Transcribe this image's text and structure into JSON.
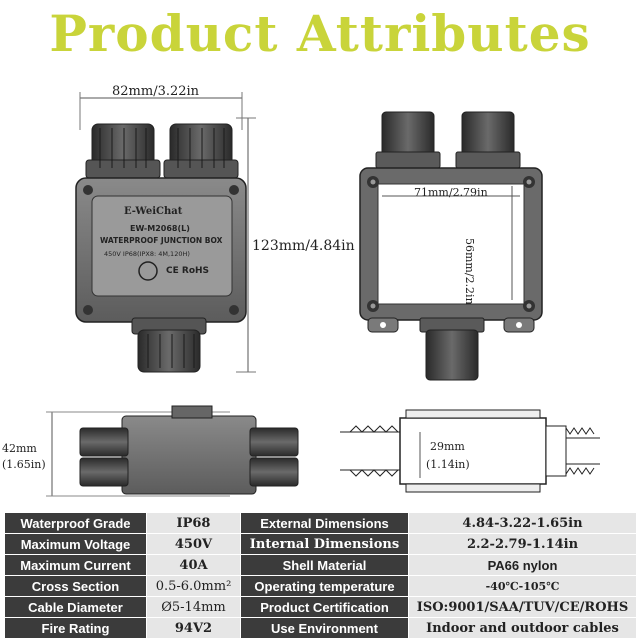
{
  "title": "Product Attributes",
  "dimensions": {
    "top_width": "82mm/3.22in",
    "height": "123mm/4.84in",
    "inner_width": "71mm/2.79in",
    "inner_height": "56mm/2.2in",
    "side_height_mm": "42mm",
    "side_height_in": "(1.65in)",
    "section_height_mm": "29mm",
    "section_height_in": "(1.14in)"
  },
  "box_label": {
    "brand": "E-WeiChat",
    "model": "EW-M2068(L)",
    "name": "WATERPROOF JUNCTION BOX",
    "rating": "450V  IP68(IPX8: 4M,120H)",
    "marks": "CE RoHS"
  },
  "specs": [
    {
      "k1": "Waterproof Grade",
      "v1": "IP68",
      "k2": "External Dimensions",
      "v2": "4.84-3.22-1.65in"
    },
    {
      "k1": "Maximum Voltage",
      "v1": "450V",
      "k2": "Internal Dimensions",
      "v2": "2.2-2.79-1.14in"
    },
    {
      "k1": "Maximum Current",
      "v1": "40A",
      "k2": "Shell Material",
      "v2": "PA66 nylon"
    },
    {
      "k1": "Cross Section",
      "v1": "0.5-6.0mm²",
      "k2": "Operating temperature",
      "v2": "-40℃-105℃"
    },
    {
      "k1": "Cable Diameter",
      "v1": "Ø5-14mm",
      "k2": "Product Certification",
      "v2": "ISO:9001/SAA/TUV/CE/ROHS"
    },
    {
      "k1": "Fire Rating",
      "v1": "94V2",
      "k2": "Use Environment",
      "v2": "Indoor and outdoor cables"
    }
  ]
}
